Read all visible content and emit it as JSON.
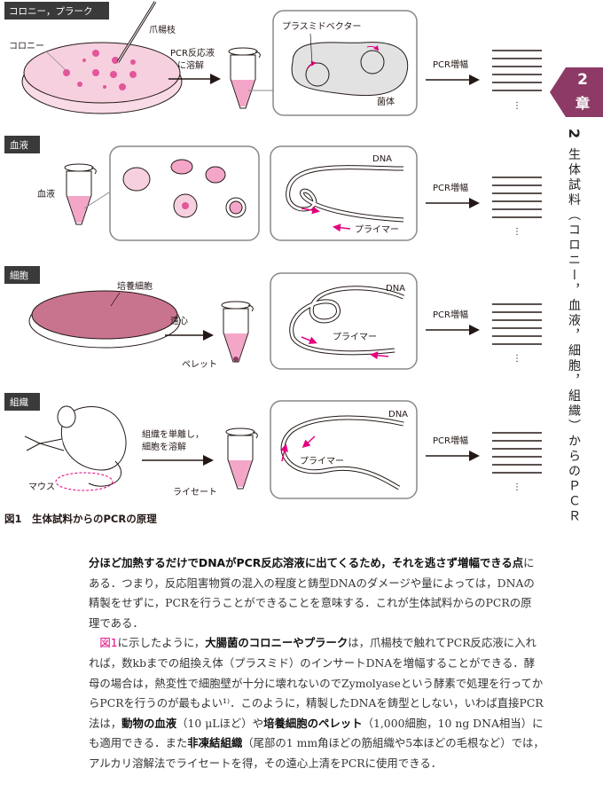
{
  "figure": {
    "rows": [
      {
        "label": "コロニー，プラーク",
        "labels": [
          "コロニー",
          "爪楊枝",
          "PCR反応液",
          "に溶解",
          "プラスミドベクター",
          "菌体",
          "PCR増幅"
        ]
      },
      {
        "label": "血液",
        "labels": [
          "血液",
          "DNA",
          "プライマー",
          "PCR増幅"
        ]
      },
      {
        "label": "細胞",
        "labels": [
          "培養細胞",
          "遠心",
          "ペレット",
          "DNA",
          "プライマー",
          "PCR増幅"
        ]
      },
      {
        "label": "組織",
        "labels": [
          "マウス",
          "組織を単離し，",
          "細胞を溶解",
          "ライセート",
          "DNA",
          "プライマー",
          "PCR増幅"
        ]
      }
    ],
    "ellipsis": "⋮",
    "caption": "図1　生体試料からのPCRの原理"
  },
  "colors": {
    "accent": "#e4007f",
    "pink_fill": "#f4c6d9",
    "chapter_tab": "#8d3b66",
    "label_bg": "#3a3a3a"
  },
  "chapter": {
    "number": "2",
    "kanji": "章",
    "section_number": "2",
    "section_title": "生体試料（コロニー，血液，細胞，組織）からのＰＣＲ"
  },
  "body": [
    [
      [
        {
          "t": "分ほど加熱するだけでDNAがPCR反応溶液に出てくるため，それを逃さず増幅できる点",
          "s": "b"
        },
        {
          "t": "に"
        }
      ]
    ],
    [
      [
        {
          "t": "ある．つまり，反応阻害物質の混入の程度と鋳型DNAのダメージや量によっては，DNAの"
        }
      ]
    ],
    [
      [
        {
          "t": "精製をせずに，PCRを行うことができることを意味する．これが生体試料からのPCRの原"
        }
      ]
    ],
    [
      [
        {
          "t": "理である．"
        }
      ]
    ],
    [
      [
        {
          "t": "　"
        },
        {
          "t": "図1",
          "s": "ref"
        },
        {
          "t": "に示したように，"
        },
        {
          "t": "大腸菌のコロニーやプラーク",
          "s": "b"
        },
        {
          "t": "は，爪楊枝で触れてPCR反応液に入れ"
        }
      ]
    ],
    [
      [
        {
          "t": "れば，数kbまでの組換え体（プラスミド）のインサートDNAを増幅することができる．酵"
        }
      ]
    ],
    [
      [
        {
          "t": "母の場合は，熱変性で細胞壁が十分に壊れないのでZymolyaseという酵素で処理を行ってか"
        }
      ]
    ],
    [
      [
        {
          "t": "らPCRを行うのが最もよい¹⁾．このように，精製したDNAを鋳型としない，いわば直接PCR"
        }
      ]
    ],
    [
      [
        {
          "t": "法は，"
        },
        {
          "t": "動物の血液",
          "s": "b"
        },
        {
          "t": "（10 μLほど）や"
        },
        {
          "t": "培養細胞のペレット",
          "s": "b"
        },
        {
          "t": "（1,000細胞，10 ng DNA相当）に"
        }
      ]
    ],
    [
      [
        {
          "t": "も適用できる．また"
        },
        {
          "t": "非凍結組織",
          "s": "b"
        },
        {
          "t": "（尾部の1 mm角ほどの筋組織や5本ほどの毛根など）では，"
        }
      ]
    ],
    [
      [
        {
          "t": "アルカリ溶解法でライセートを得，その遠心上清をPCRに使用できる．"
        }
      ]
    ]
  ]
}
